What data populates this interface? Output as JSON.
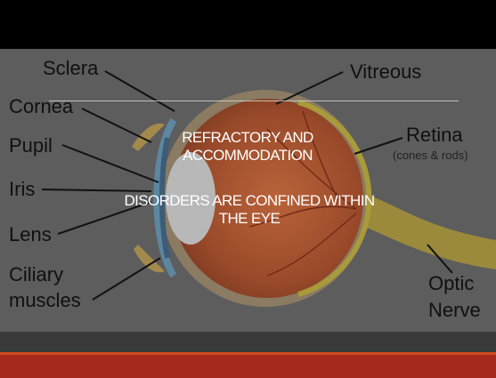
{
  "slide": {
    "title_line1": "REFRACTORY AND",
    "title_line2": "ACCOMMODATION",
    "subtitle_line1": "DISORDERS ARE CONFINED WITHIN",
    "subtitle_line2": "THE EYE"
  },
  "diagram": {
    "labels": {
      "sclera": "Sclera",
      "cornea": "Cornea",
      "pupil": "Pupil",
      "iris": "Iris",
      "lens": "Lens",
      "ciliary_line1": "Ciliary",
      "ciliary_line2": "muscles",
      "vitreous": "Vitreous",
      "retina": "Retina",
      "retina_note": "(cones & rods)",
      "optic_line1": "Optic",
      "optic_line2": "Nerve"
    }
  },
  "colors": {
    "top_bar": "#000000",
    "red_bar": "#a52a1b",
    "red_accent": "#d2491f",
    "title_text": "#ffffff"
  }
}
